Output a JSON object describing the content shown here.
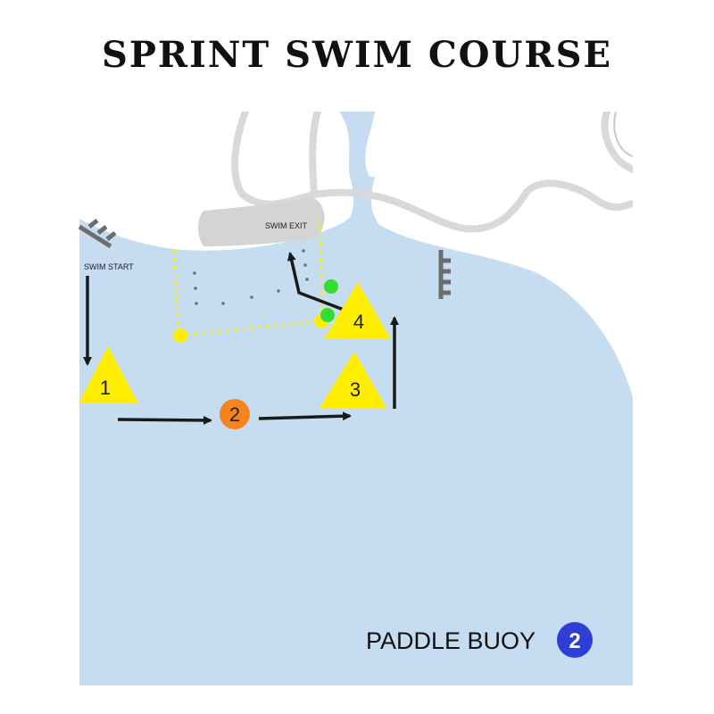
{
  "title": "SPRINT SWIM COURSE",
  "labels": {
    "swim_start": "SWIM START",
    "swim_exit": "SWIM EXIT"
  },
  "buoys": [
    {
      "number": "1",
      "shape": "triangle",
      "color": "#ffee00"
    },
    {
      "number": "2",
      "shape": "circle",
      "color": "#f5841f"
    },
    {
      "number": "3",
      "shape": "triangle",
      "color": "#ffee00"
    },
    {
      "number": "4",
      "shape": "triangle",
      "color": "#ffee00"
    }
  ],
  "legend": {
    "text": "PADDLE BUOY",
    "number": "2",
    "badge_color": "#2f3fd6"
  },
  "colors": {
    "water": "#c6dcf0",
    "land": "#ffffff",
    "road": "#dcdcdc",
    "building": "#d9d9d9",
    "dock": "#6d6d6d",
    "route_arrow": "#1a1a1a",
    "swim_lane_rope": "#ffee00",
    "exit_marker": "#33dd33"
  }
}
